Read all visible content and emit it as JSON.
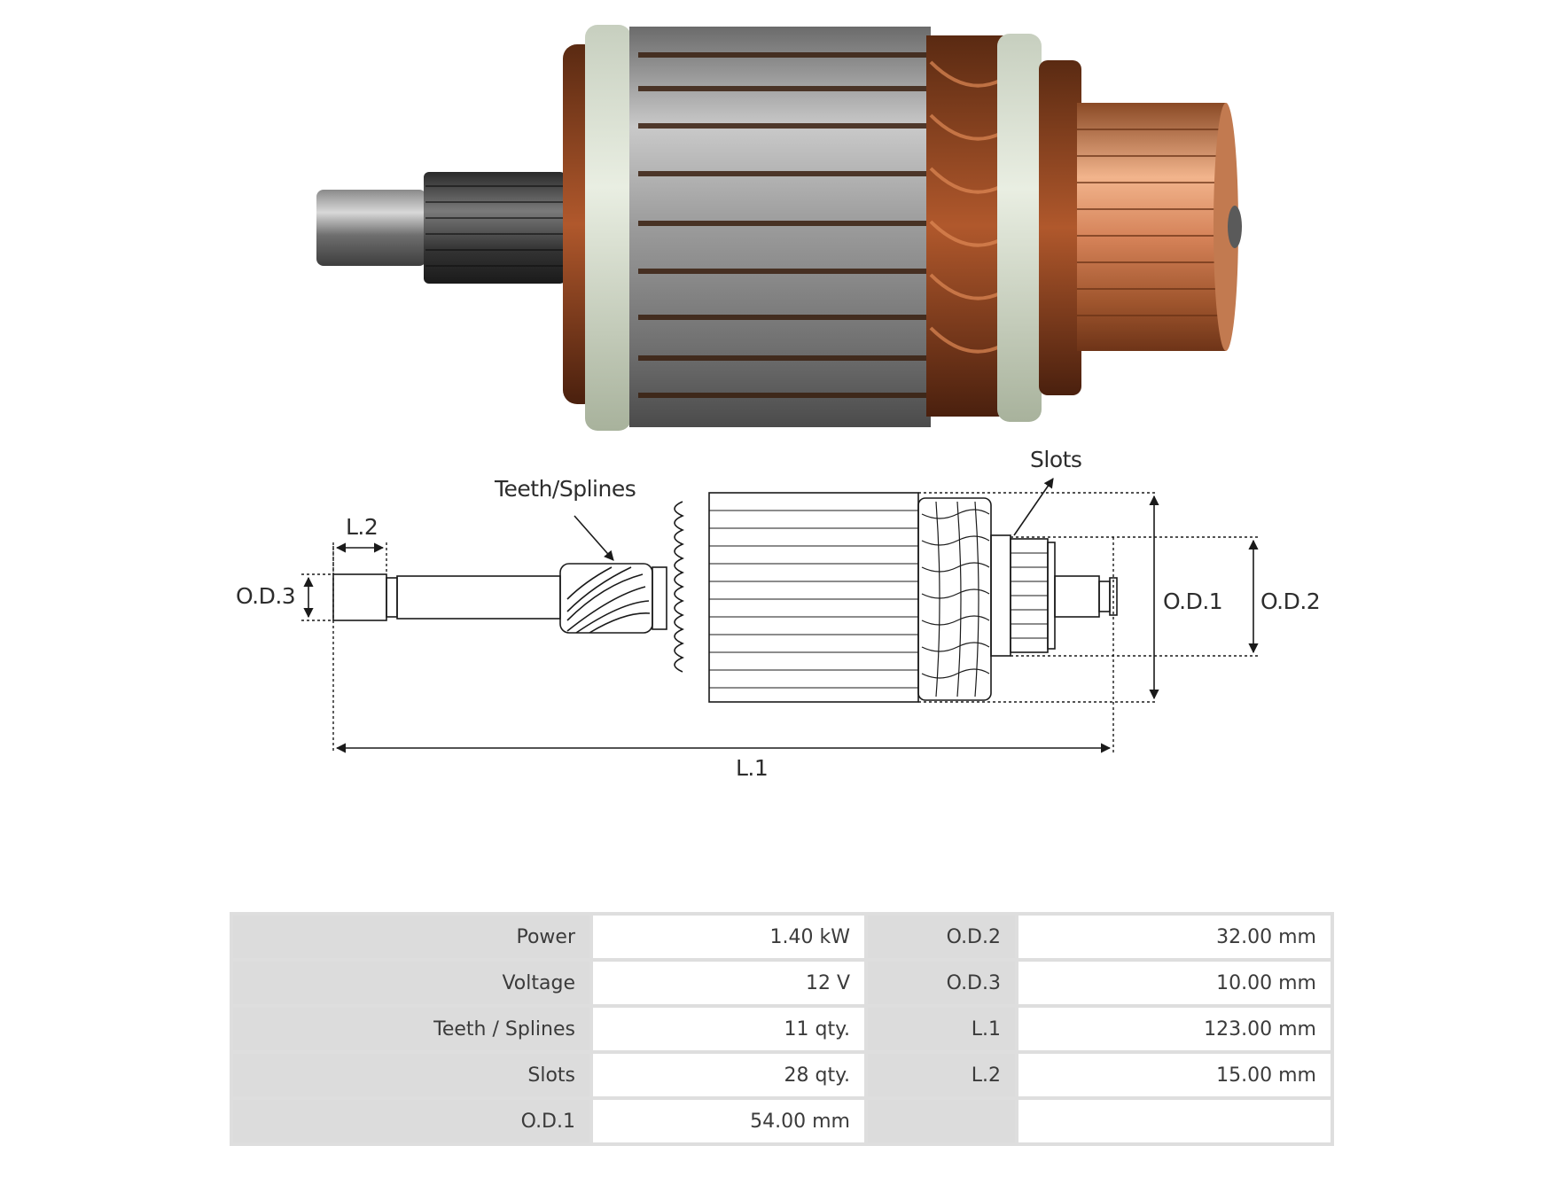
{
  "diagram": {
    "labels": {
      "teeth": "Teeth/Splines",
      "slots": "Slots",
      "l2": "L.2",
      "od3": "O.D.3",
      "od1": "O.D.1",
      "od2": "O.D.2",
      "l1": "L.1"
    }
  },
  "specs": {
    "rows": [
      {
        "k1": "Power",
        "v1": "1.40 kW",
        "k2": "O.D.2",
        "v2": "32.00 mm"
      },
      {
        "k1": "Voltage",
        "v1": "12 V",
        "k2": "O.D.3",
        "v2": "10.00 mm"
      },
      {
        "k1": "Teeth / Splines",
        "v1": "11 qty.",
        "k2": "L.1",
        "v2": "123.00  mm"
      },
      {
        "k1": "Slots",
        "v1": "28  qty.",
        "k2": "L.2",
        "v2": "15.00 mm"
      },
      {
        "k1": "O.D.1",
        "v1": "54.00  mm",
        "k2": "",
        "v2": ""
      }
    ]
  }
}
